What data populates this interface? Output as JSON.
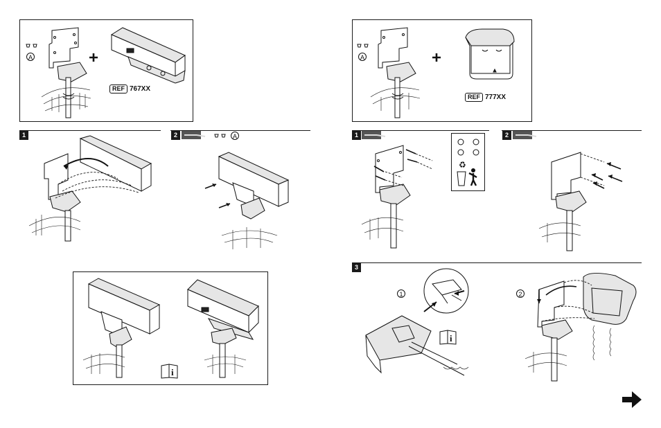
{
  "left": {
    "kit": {
      "part_label": "A",
      "ref_tag": "REF",
      "ref_number": "767XX"
    },
    "step1": {
      "number": "1"
    },
    "step2": {
      "number": "2",
      "part_label": "A"
    }
  },
  "right": {
    "kit": {
      "part_label": "A",
      "ref_tag": "REF",
      "ref_number": "777XX"
    },
    "step1": {
      "number": "1"
    },
    "step2": {
      "number": "2"
    },
    "step3": {
      "number": "3",
      "sub1": "1",
      "sub2": "2"
    }
  },
  "icons": [
    "screw-icon",
    "plus-icon",
    "screwdriver-icon",
    "recycle-icon",
    "trash-person-icon",
    "manual-info-icon",
    "next-arrow-icon"
  ]
}
